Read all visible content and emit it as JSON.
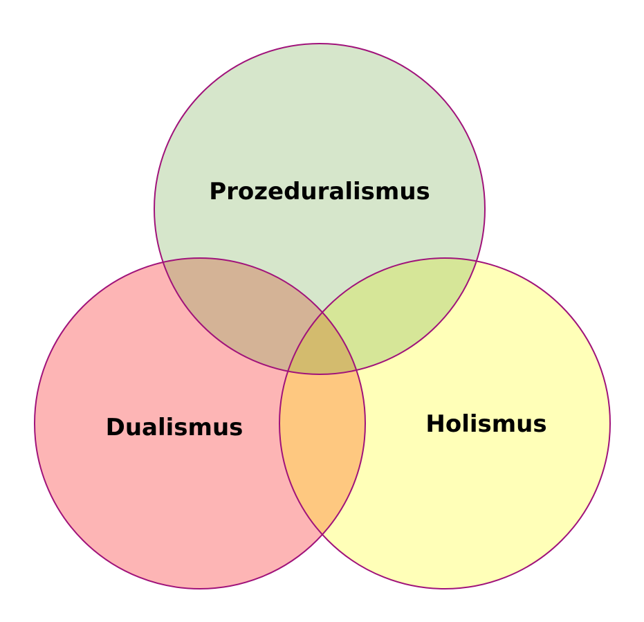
{
  "diagram": {
    "type": "venn",
    "stroke_color": "#a0127a",
    "background": "#ffffff",
    "sets": [
      {
        "key": "top",
        "label": "Prozeduralismus",
        "fill": "#d6e6cb"
      },
      {
        "key": "left",
        "label": "Dualismus",
        "fill": "#fdb5b5"
      },
      {
        "key": "right",
        "label": "Holismus",
        "fill": "#ffffb8"
      }
    ],
    "overlaps": {
      "top_left": "#d4b396",
      "top_right": "#d6e698",
      "left_right": "#fec880",
      "all": "#d3bb6e"
    }
  }
}
